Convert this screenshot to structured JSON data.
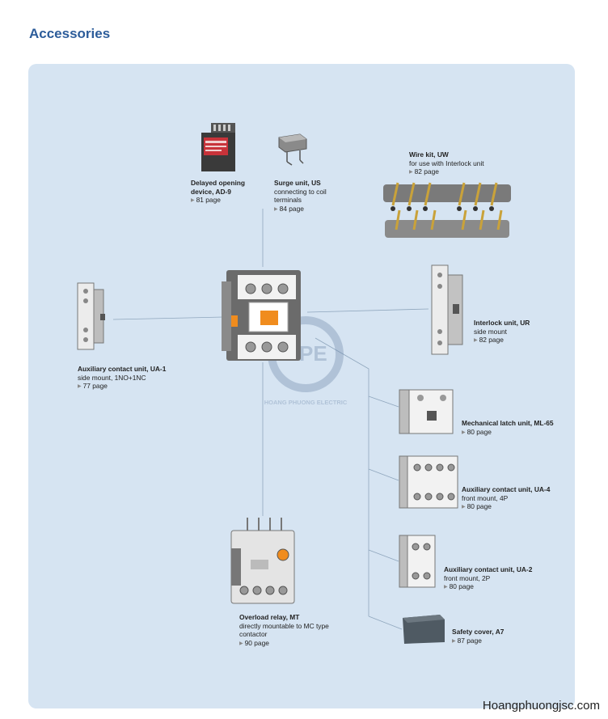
{
  "page": {
    "title": "Accessories",
    "watermark": "Hoangphuongjsc.com",
    "brand_overlay_letters": "HPE",
    "brand_overlay_text": "HOANG PHUONG ELECTRIC"
  },
  "accessories": {
    "ad9": {
      "title": "Delayed opening device, AD-9",
      "desc": "",
      "page": "81 page"
    },
    "us": {
      "title": "Surge unit, US",
      "desc": "connecting to coil terminals",
      "page": "84 page"
    },
    "uw": {
      "title": "Wire kit, UW",
      "desc": "for use with Interlock unit",
      "page": "82 page"
    },
    "ua1": {
      "title": "Auxiliary contact unit, UA-1",
      "desc": "side mount, 1NO+1NC",
      "page": "77 page"
    },
    "ur": {
      "title": "Interlock unit, UR",
      "desc": "side mount",
      "page": "82 page"
    },
    "ml65": {
      "title": "Mechanical latch unit, ML-65",
      "desc": "",
      "page": "80 page"
    },
    "ua4": {
      "title": "Auxiliary contact unit, UA-4",
      "desc": "front mount, 4P",
      "page": "80 page"
    },
    "ua2": {
      "title": "Auxiliary contact unit, UA-2",
      "desc": "front mount, 2P",
      "page": "80 page"
    },
    "a7": {
      "title": "Safety cover, A7",
      "desc": "",
      "page": "87 page"
    },
    "mt": {
      "title": "Overload relay, MT",
      "desc": "directly mountable to MC type contactor",
      "page": "90 page"
    }
  },
  "colors": {
    "title": "#2c5c9a",
    "panel": "#d6e4f2",
    "line": "#8fa6bd",
    "accent": "#f08c1e"
  }
}
